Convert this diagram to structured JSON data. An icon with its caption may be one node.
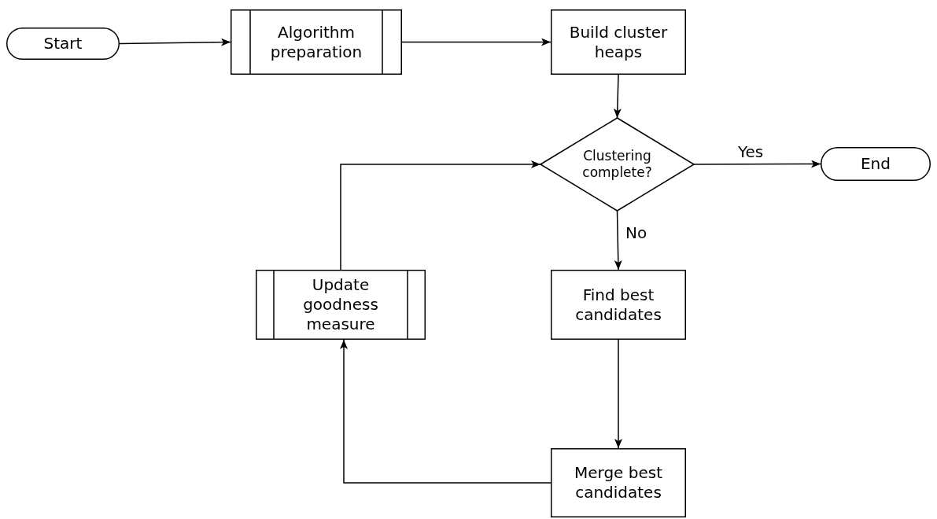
{
  "diagram": {
    "nodes": [
      {
        "text": [
          "Start"
        ]
      },
      {
        "text": [
          "Algorithm preparation"
        ]
      },
      {
        "text": [
          "Build cluster heaps"
        ]
      },
      {
        "text": [
          "Clustering complete?"
        ]
      },
      {
        "text": [
          "End"
        ]
      },
      {
        "text": [
          "Update goodness measure"
        ]
      },
      {
        "text": [
          "Find best candidates"
        ]
      },
      {
        "text": [
          "Merge best candidates"
        ]
      }
    ],
    "edges": [
      {
        "from": 0,
        "to": 1,
        "arrow": "to"
      },
      {
        "from": 1,
        "to": 2,
        "arrow": "to"
      },
      {
        "from": 2,
        "to": 3,
        "arrow": "to"
      },
      {
        "from": 3,
        "to": 4,
        "arrow": "to",
        "label": "Yes"
      },
      {
        "from": 3,
        "to": 6,
        "arrow": "to",
        "label": "No"
      },
      {
        "from": 6,
        "to": 7,
        "arrow": "to"
      },
      {
        "from": 7,
        "to": 5,
        "arrow": "to"
      },
      {
        "from": 5,
        "to": 3,
        "arrow": "to"
      }
    ]
  }
}
